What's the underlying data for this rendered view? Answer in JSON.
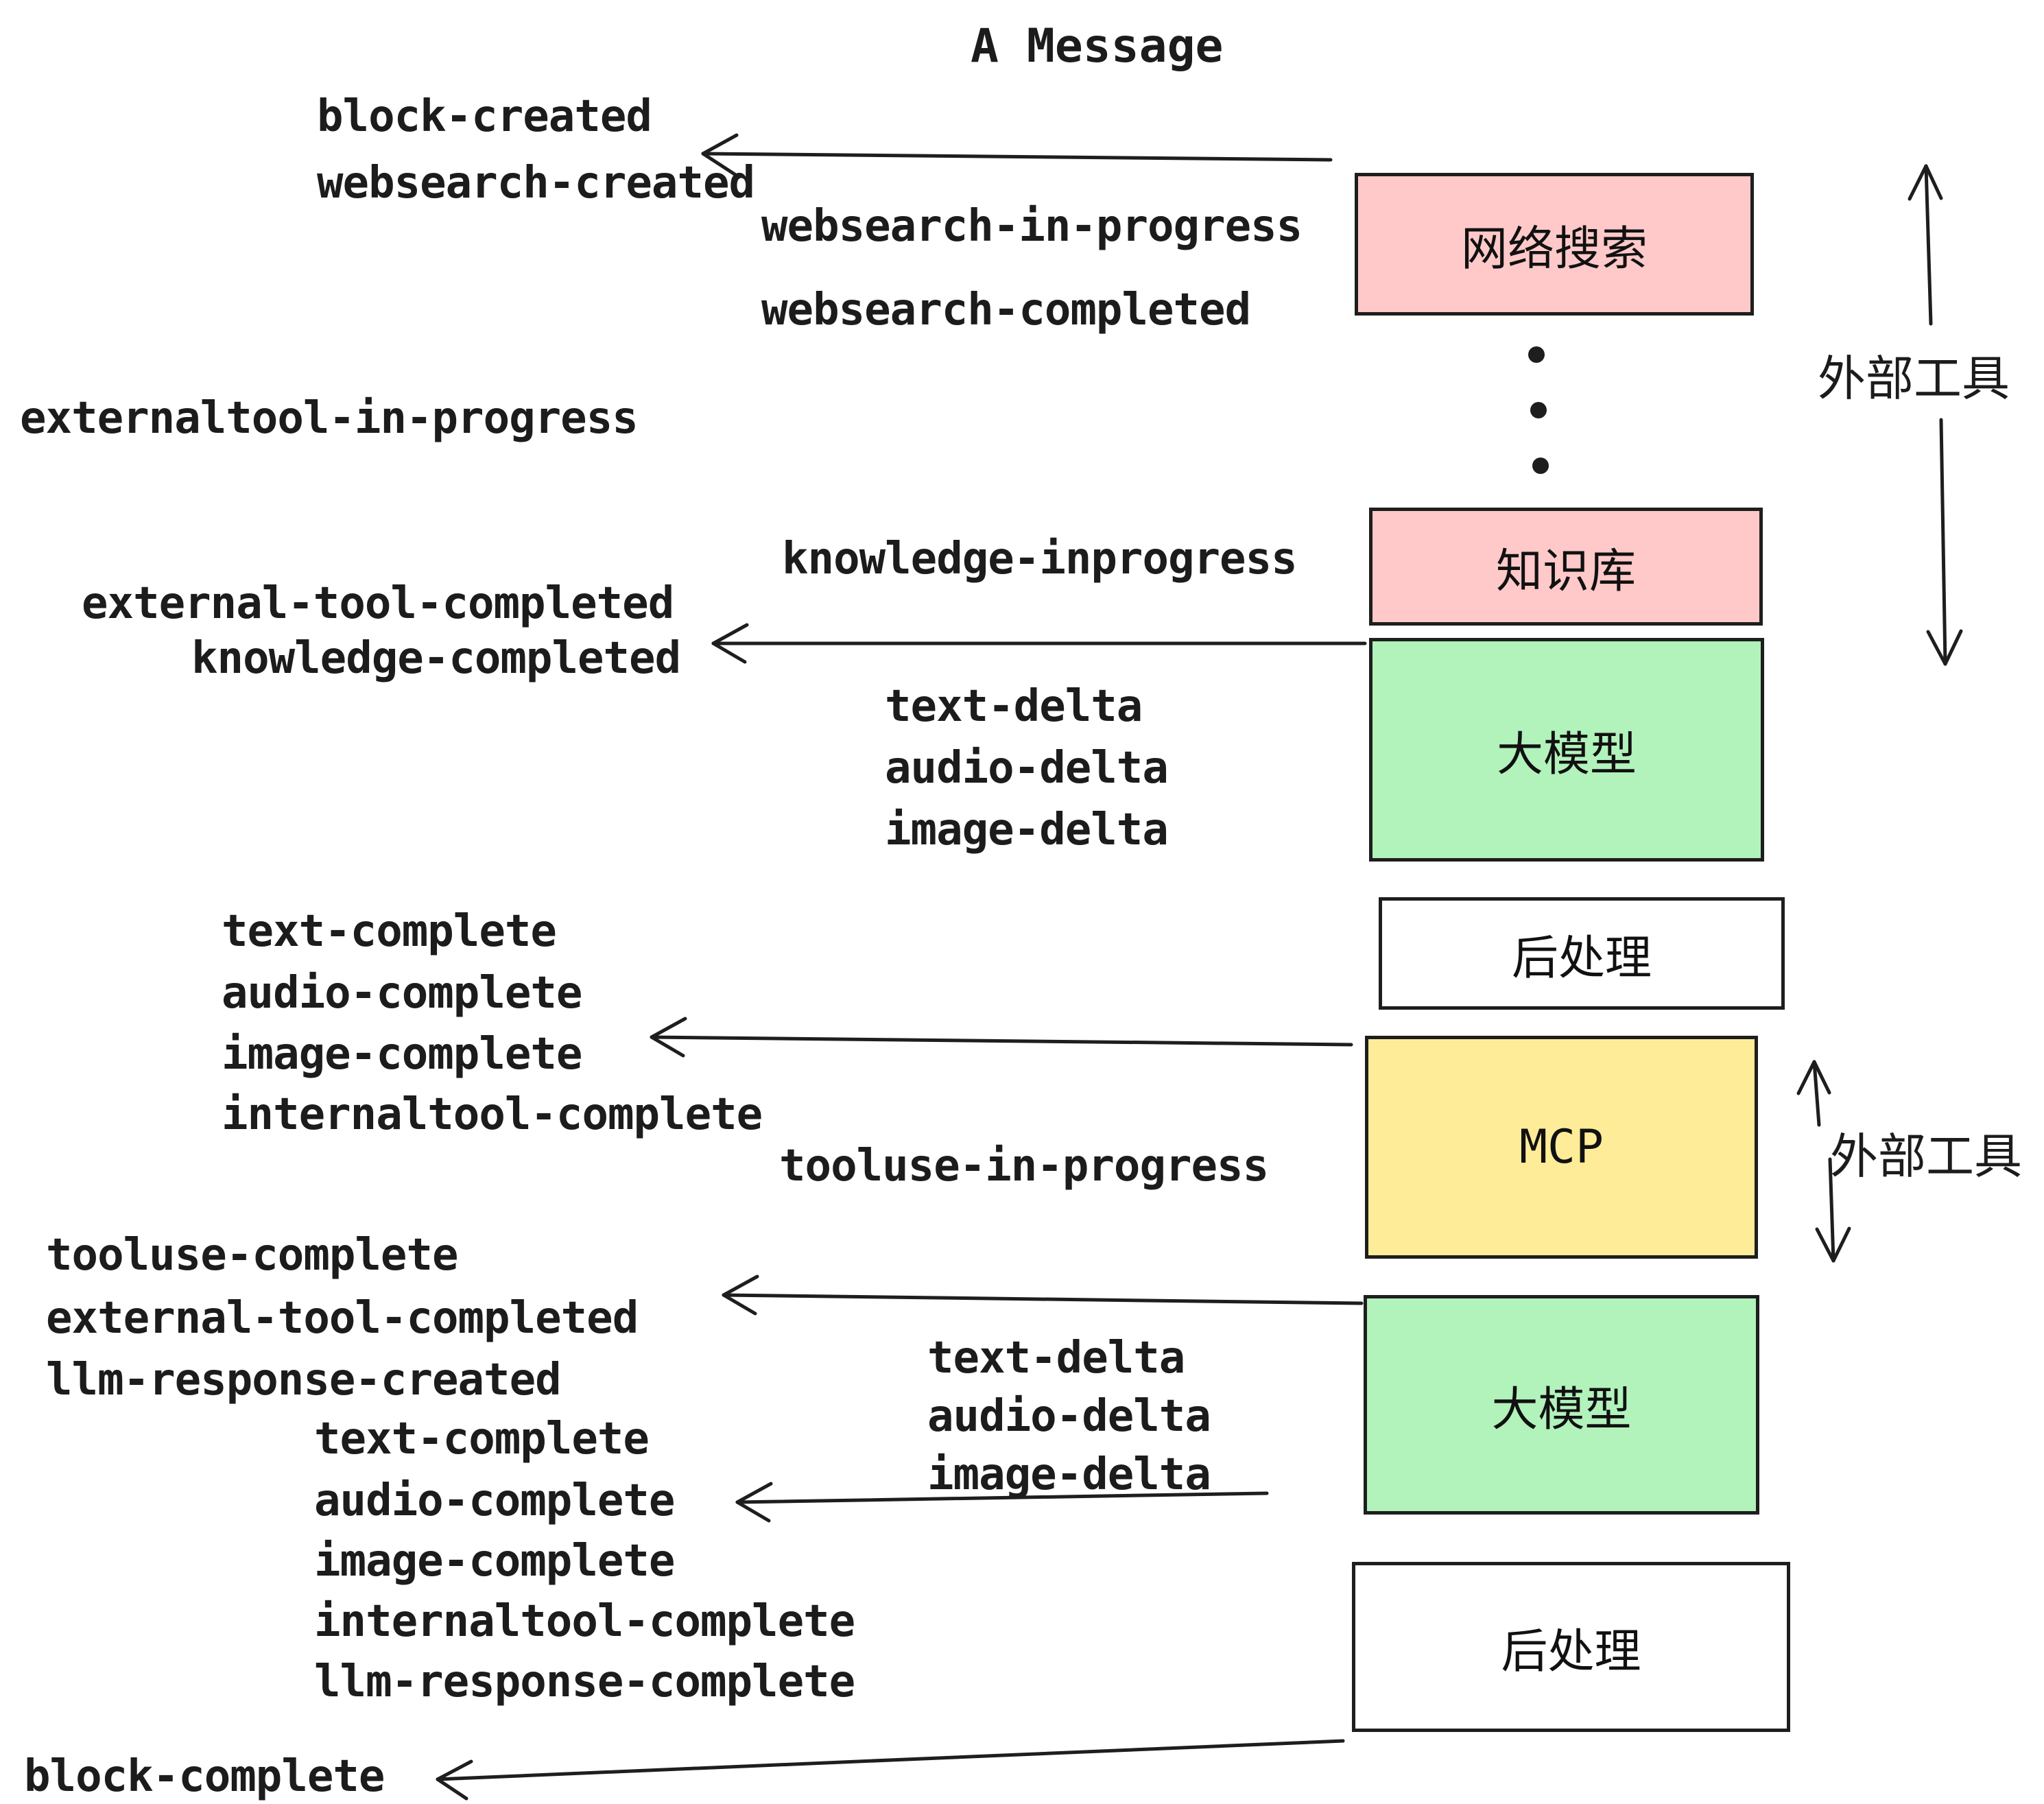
{
  "title": "A Message",
  "colors": {
    "pink": "#ffc9c9",
    "green": "#b2f2bb",
    "yellow": "#ffec99",
    "white": "#ffffff",
    "stroke": "#1e1e1e"
  },
  "events": [
    {
      "text": "block-created"
    },
    {
      "text": "websearch-created"
    },
    {
      "text": "websearch-in-progress"
    },
    {
      "text": "websearch-completed"
    },
    {
      "text": "externaltool-in-progress"
    },
    {
      "text": "knowledge-inprogress"
    },
    {
      "text": "external-tool-completed"
    },
    {
      "text": "knowledge-completed"
    },
    {
      "text": "text-delta"
    },
    {
      "text": "audio-delta"
    },
    {
      "text": "image-delta"
    },
    {
      "text": "text-complete"
    },
    {
      "text": "audio-complete"
    },
    {
      "text": "image-complete"
    },
    {
      "text": "internaltool-complete"
    },
    {
      "text": "tooluse-in-progress"
    },
    {
      "text": "tooluse-complete"
    },
    {
      "text": "external-tool-completed"
    },
    {
      "text": "llm-response-created"
    },
    {
      "text": "text-complete"
    },
    {
      "text": "audio-complete"
    },
    {
      "text": "image-complete"
    },
    {
      "text": "internaltool-complete"
    },
    {
      "text": "llm-response-complete"
    },
    {
      "text": "block-complete"
    }
  ],
  "boxes": [
    {
      "id": "websearch",
      "label": "网络搜索",
      "fill": "pink"
    },
    {
      "id": "knowledge",
      "label": "知识库",
      "fill": "pink"
    },
    {
      "id": "llm-1",
      "label": "大模型",
      "fill": "green"
    },
    {
      "id": "postprocess-1",
      "label": "后处理",
      "fill": "white"
    },
    {
      "id": "mcp",
      "label": "MCP",
      "fill": "yellow"
    },
    {
      "id": "llm-2",
      "label": "大模型",
      "fill": "green"
    },
    {
      "id": "postprocess-2",
      "label": "后处理",
      "fill": "white"
    }
  ],
  "annotations": {
    "external_tools_top": "外部工具",
    "external_tools_mcp": "外部工具"
  },
  "icons": {
    "ellipsis": "vertical-ellipsis-dots"
  }
}
